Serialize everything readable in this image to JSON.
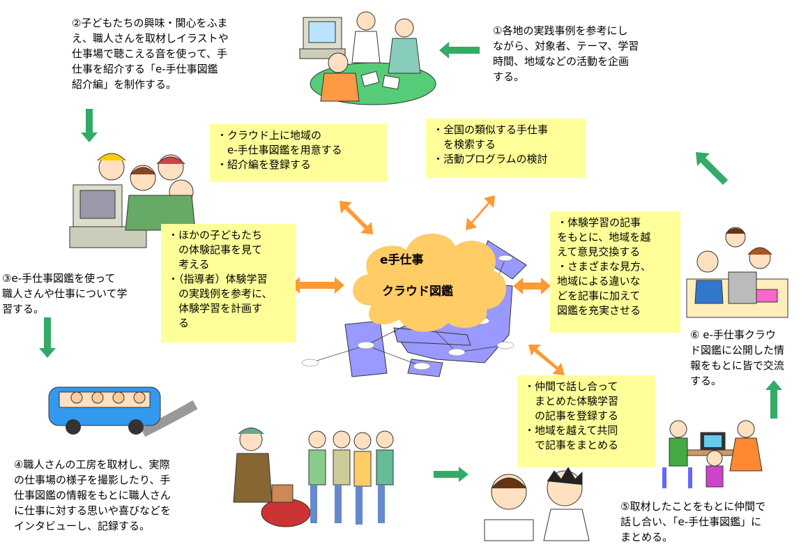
{
  "steps": {
    "step1": "①各地の実践事例を参考にし\nながら、対象者、テーマ、学習\n時間、地域などの活動を企画\nする。",
    "step2": "②子どもたちの興味・関心をふま\nえ、職人さんを取材しイラストや\n仕事場で聴こえる音を使って、手\n仕事を紹介する「e‐手仕事図鑑\n紹介編」を制作する。",
    "step3": "③e‐手仕事図鑑を使って\n職人さんや仕事について学\n習する。",
    "step4": "④職人さんの工房を取材し、実際\nの仕事場の様子を撮影したり、手\n仕事図鑑の情報をもとに職人さん\nに仕事に対する思いや喜びなどを\nインタビューし、記録する。",
    "step5": "⑤取材したことをもとに仲間で\n話し合い、「e‐手仕事図鑑」に\nまとめる。",
    "step6": "⑥ e‐手仕事クラウ\nド図鑑に公開した情\n報をもとに皆で交流\nする。"
  },
  "notes": {
    "cloud_setup": "・クラウド上に地域の\n　e-手仕事図鑑を用意する\n・紹介編を登録する",
    "search": "・全国の類似する手仕事\n　を検索する\n・活動プログラムの検討",
    "plan": "・ほかの子どもたち\n　の体験記事を見て\n　考える\n・（指導者）体験学習\n　の実践例を参考に、\n　体験学習を計画す\n　る",
    "exchange": "・体験学習の記事\nをもとに、地域を越\nえて意見交換する\n・さまざまな見方、\n地域による違いな\nどを記事に加えて\n図鑑を充実させる",
    "register": "・仲間で話し合って\n　まとめた体験学習\n　の記事を登録する\n・地域を越えて共同\n　で記事をまとめる"
  },
  "cloud": {
    "line1": "e手仕事",
    "line2": "クラウド図鑑"
  },
  "colors": {
    "note_bg": "#ffff99",
    "cloud_fill": "#ffcc66",
    "flow_arrow": "#33aa66",
    "double_arrow": "#ff9933",
    "map_fill": "#9999ff"
  }
}
